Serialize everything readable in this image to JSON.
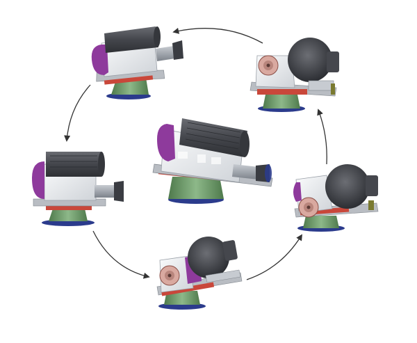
{
  "diagram": {
    "views": [
      {
        "id": "center",
        "orientation": "tilted-isometric"
      },
      {
        "id": "top-left",
        "orientation": "left-tilt"
      },
      {
        "id": "top-right",
        "orientation": "motor-facing"
      },
      {
        "id": "left",
        "orientation": "side-level"
      },
      {
        "id": "right",
        "orientation": "motor-facing-tilted"
      },
      {
        "id": "bottom",
        "orientation": "rear-tilted"
      }
    ],
    "cycle_direction": "clockwise",
    "colors": {
      "motor_dark": "#4a4c52",
      "housing_white": "#e9ebee",
      "accent_purple": "#8e3a9c",
      "base_green": "#6f9a6a",
      "base_blue": "#2b3b8c",
      "gear_red": "#c9473a",
      "steel": "#9aa0a8",
      "arrow": "#333333"
    }
  }
}
